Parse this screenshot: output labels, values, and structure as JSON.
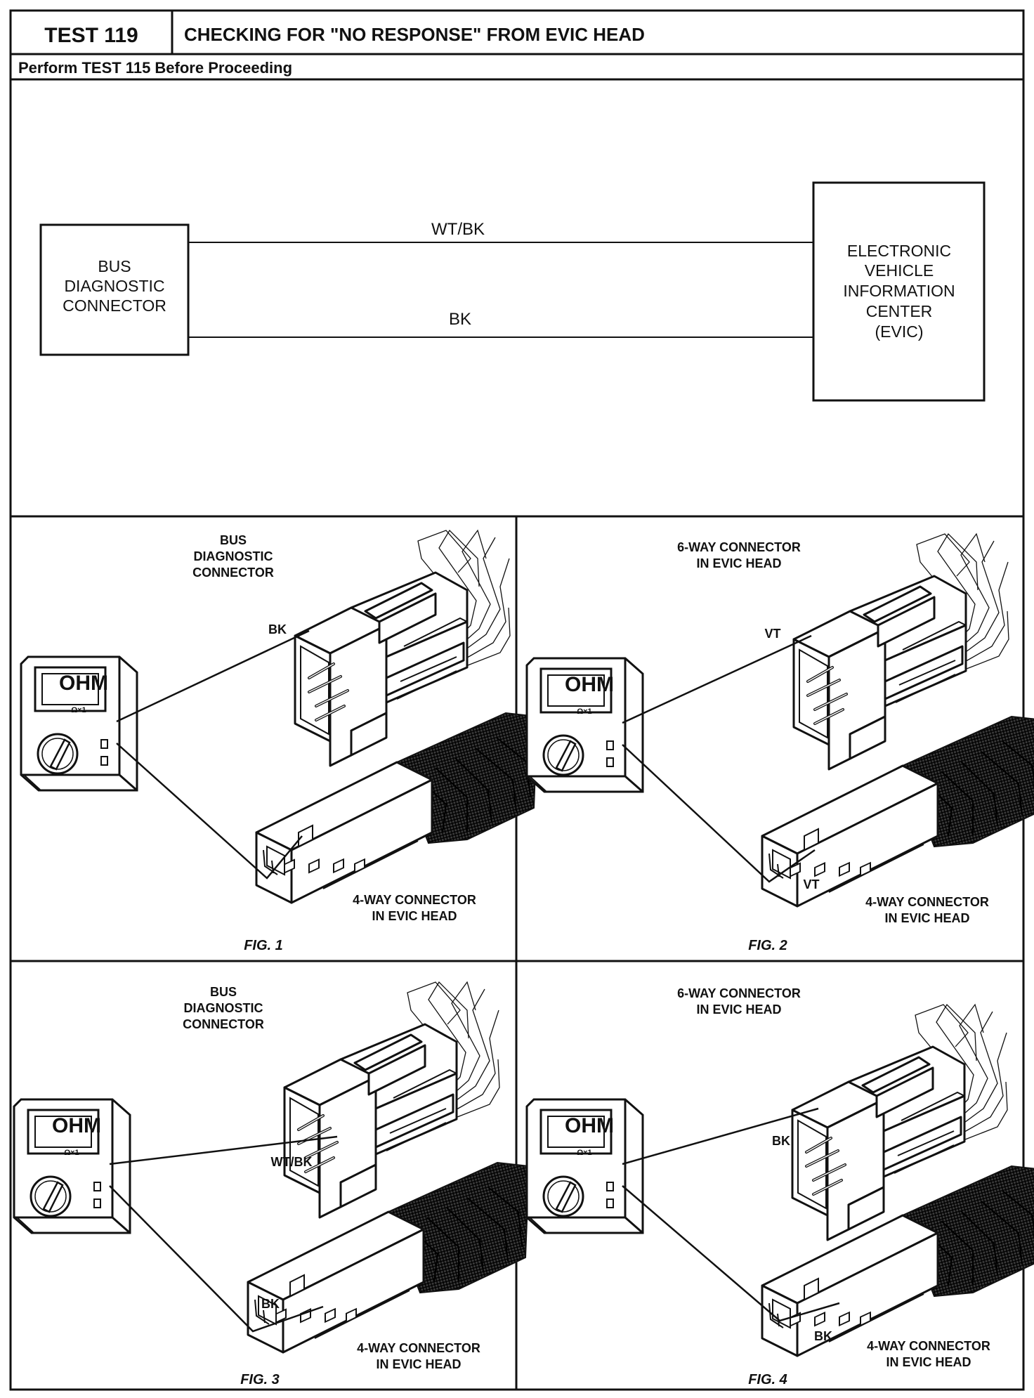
{
  "header": {
    "test_id": "TEST 119",
    "title": "CHECKING FOR \"NO RESPONSE\" FROM EVIC HEAD",
    "prerequisite": "Perform TEST 115 Before Proceeding"
  },
  "schematic": {
    "left_box_lines": [
      "BUS",
      "DIAGNOSTIC",
      "CONNECTOR"
    ],
    "right_box_lines": [
      "ELECTRONIC",
      "VEHICLE",
      "INFORMATION",
      "CENTER",
      "(EVIC)"
    ],
    "wire_top": "WT/BK",
    "wire_bottom": "BK"
  },
  "meter": {
    "display": "OHM",
    "range": "Ω×1"
  },
  "figures": [
    {
      "caption": "FIG. 1",
      "top_label_lines": [
        "BUS",
        "DIAGNOSTIC",
        "CONNECTOR"
      ],
      "top_wire_label": "BK",
      "bottom_wire_label": "",
      "bottom_label_lines": [
        "4-WAY CONNECTOR",
        "IN EVIC HEAD"
      ]
    },
    {
      "caption": "FIG. 2",
      "top_label_lines": [
        "6-WAY CONNECTOR",
        "IN EVIC HEAD"
      ],
      "top_wire_label": "VT",
      "bottom_wire_label": "VT",
      "bottom_label_lines": [
        "4-WAY CONNECTOR",
        "IN EVIC HEAD"
      ]
    },
    {
      "caption": "FIG. 3",
      "top_label_lines": [
        "BUS",
        "DIAGNOSTIC",
        "CONNECTOR"
      ],
      "top_wire_label": "WT/BK",
      "bottom_wire_label": "BK",
      "bottom_label_lines": [
        "4-WAY CONNECTOR",
        "IN EVIC HEAD"
      ]
    },
    {
      "caption": "FIG. 4",
      "top_label_lines": [
        "6-WAY CONNECTOR",
        "IN EVIC HEAD"
      ],
      "top_wire_label": "BK",
      "bottom_wire_label": "BK",
      "bottom_label_lines": [
        "4-WAY CONNECTOR",
        "IN EVIC HEAD"
      ]
    }
  ]
}
